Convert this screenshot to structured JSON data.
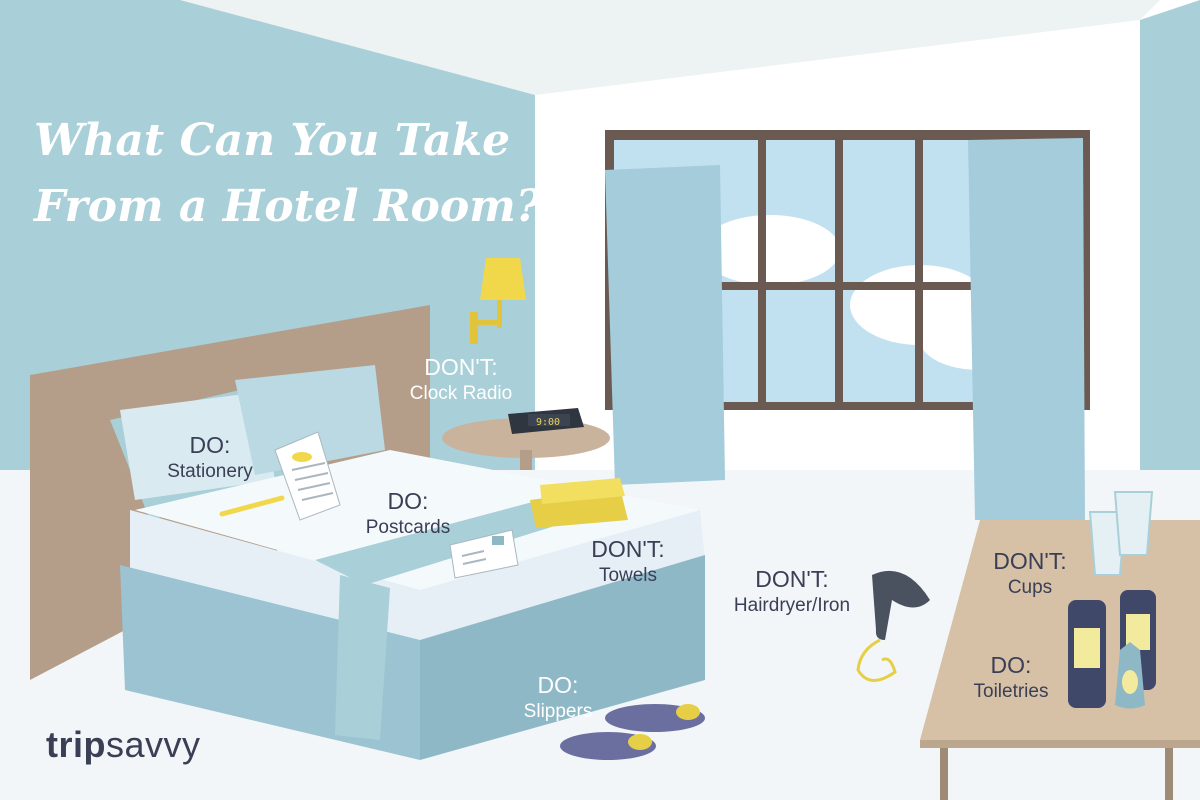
{
  "title": {
    "line1": "What Can You Take",
    "line2": "From a Hotel Room?"
  },
  "items": [
    {
      "verdict": "DO:",
      "item": "Stationery"
    },
    {
      "verdict": "DO:",
      "item": "Postcards"
    },
    {
      "verdict": "DON'T:",
      "item": "Clock Radio"
    },
    {
      "verdict": "DON'T:",
      "item": "Towels"
    },
    {
      "verdict": "DON'T:",
      "item": "Hairdryer/Iron"
    },
    {
      "verdict": "DON'T:",
      "item": "Cups"
    },
    {
      "verdict": "DO:",
      "item": "Toiletries"
    },
    {
      "verdict": "DO:",
      "item": "Slippers"
    }
  ],
  "clock_time": "9:00",
  "logo": {
    "part1": "trip",
    "part2": "savvy"
  },
  "colors": {
    "wall": "#a9cfd8",
    "curtain": "#a4ccdb",
    "headboard": "#b49e8a",
    "bedsheet": "#f4f9fc",
    "bedskirt": "#9cc3d1",
    "lamp": "#f1d84a",
    "table": "#d6c0a6",
    "text": "#3a3f55"
  }
}
